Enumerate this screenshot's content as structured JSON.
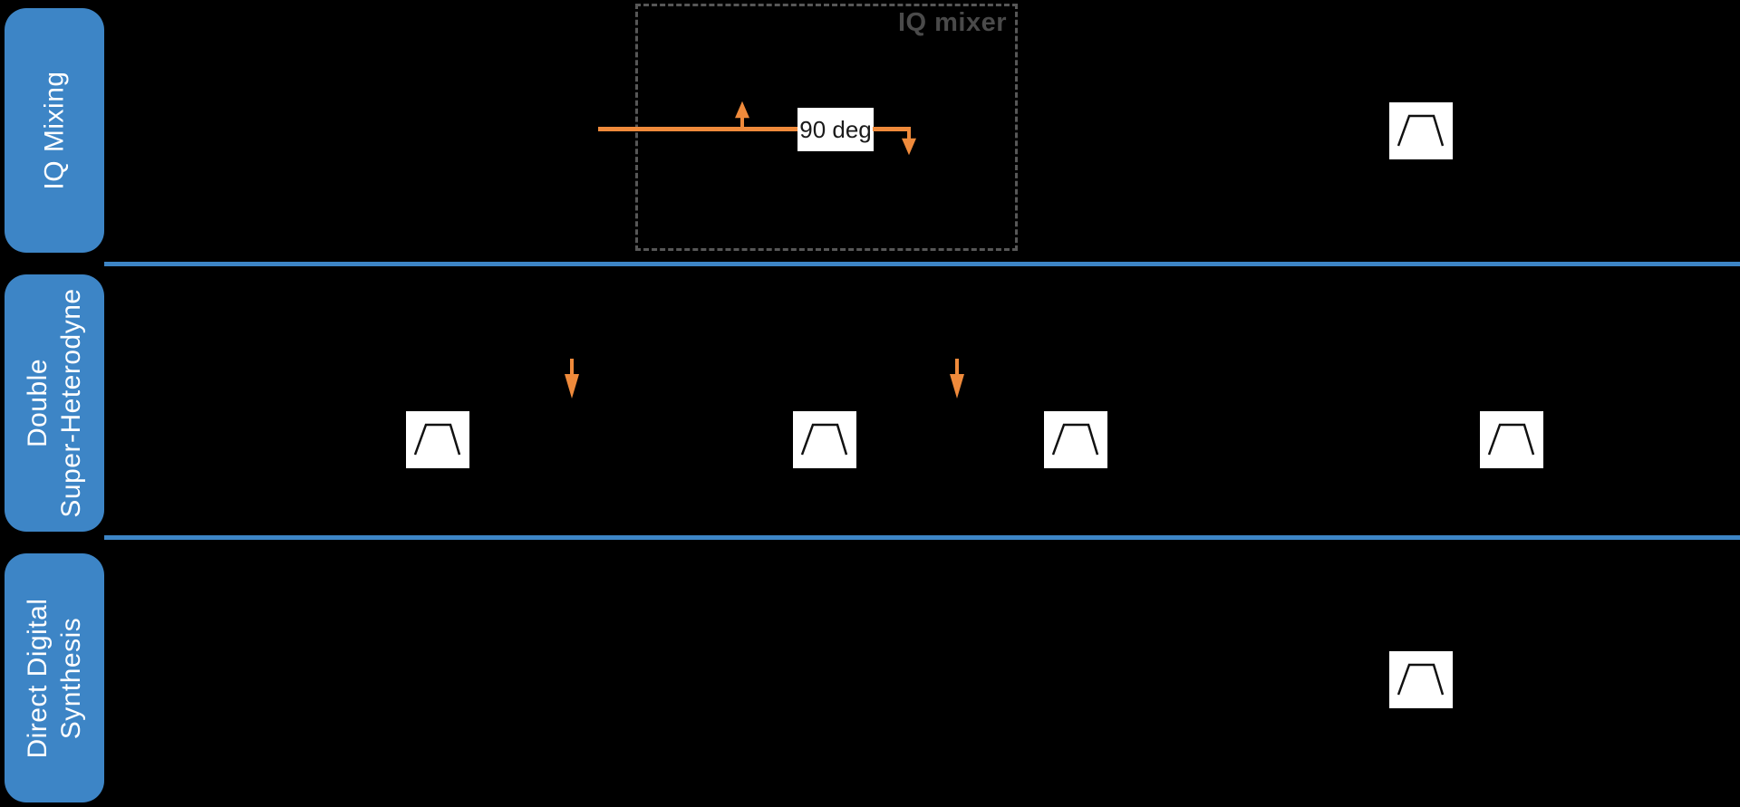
{
  "rows": [
    {
      "id": "iq-mixing",
      "label_lines": [
        "IQ Mixing"
      ],
      "mixer_box_label": "IQ mixer",
      "phase_shifter_label": "90 deg"
    },
    {
      "id": "double-super-heterodyne",
      "label_lines": [
        "Double",
        "Super-Heterodyne"
      ]
    },
    {
      "id": "direct-digital-synthesis",
      "label_lines": [
        "Direct Digital",
        "Synthesis"
      ]
    }
  ],
  "icons": {
    "bandpass_filter": "bandpass-filter-icon",
    "arrow_up": "arrow-up-icon",
    "arrow_down": "arrow-down-icon"
  },
  "colors": {
    "background": "#000000",
    "row_label_blue": "#3D85C6",
    "divider_blue": "#3D85C6",
    "signal_orange": "#EF8A3B",
    "dashed_box_gray": "#575757",
    "mixer_label_gray": "#4A4A4A",
    "filter_white": "#FFFFFF",
    "filter_line_black": "#111111",
    "phase_text_black": "#1A1A1A",
    "label_text_white": "#FFFFFF"
  }
}
